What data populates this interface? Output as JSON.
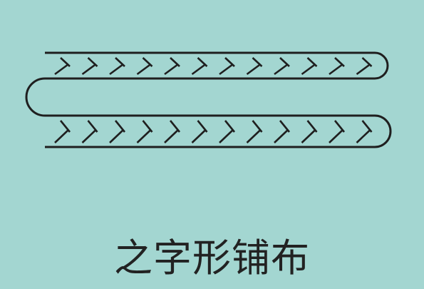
{
  "caption": "之字形铺布",
  "colors": {
    "background": "#a3d6d1",
    "line": "#1f1f1f",
    "text": "#222222"
  },
  "diagram": {
    "layers": 2,
    "hatch_pairs_per_layer": 12
  }
}
